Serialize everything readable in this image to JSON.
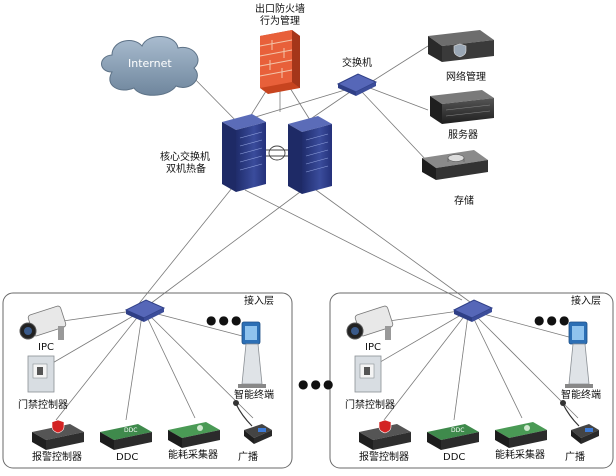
{
  "labels": {
    "internet": "Internet",
    "firewall_line1": "出口防火墙",
    "firewall_line2": "行为管理",
    "switch": "交换机",
    "network_mgmt": "网络管理",
    "server": "服务器",
    "storage": "存储",
    "core_line1": "核心交换机",
    "core_line2": "双机热备",
    "between_dots": "●●●"
  },
  "access_layers": [
    {
      "title": "接入层",
      "dots": "●●●",
      "devices": {
        "ipc": "IPC",
        "door": "门禁控制器",
        "terminal": "智能终端",
        "alarm": "报警控制器",
        "ddc": "DDC",
        "ddc_badge": "DDC",
        "energy": "能耗采集器",
        "broadcast": "广播"
      }
    },
    {
      "title": "接入层",
      "dots": "●●●",
      "devices": {
        "ipc": "IPC",
        "door": "门禁控制器",
        "terminal": "智能终端",
        "alarm": "报警控制器",
        "ddc": "DDC",
        "ddc_badge": "DDC",
        "energy": "能耗采集器",
        "broadcast": "广播"
      }
    }
  ],
  "colors": {
    "line": "#7a7a7a",
    "cloud_fill": "#8a9fb4",
    "firewall": "#e0552c",
    "core": "#2f3f86",
    "switch": "#4a5aa8",
    "device_dark": "#2b2b2b",
    "ddc_green": "#2a7d3c",
    "door_gray": "#d8dde2"
  }
}
